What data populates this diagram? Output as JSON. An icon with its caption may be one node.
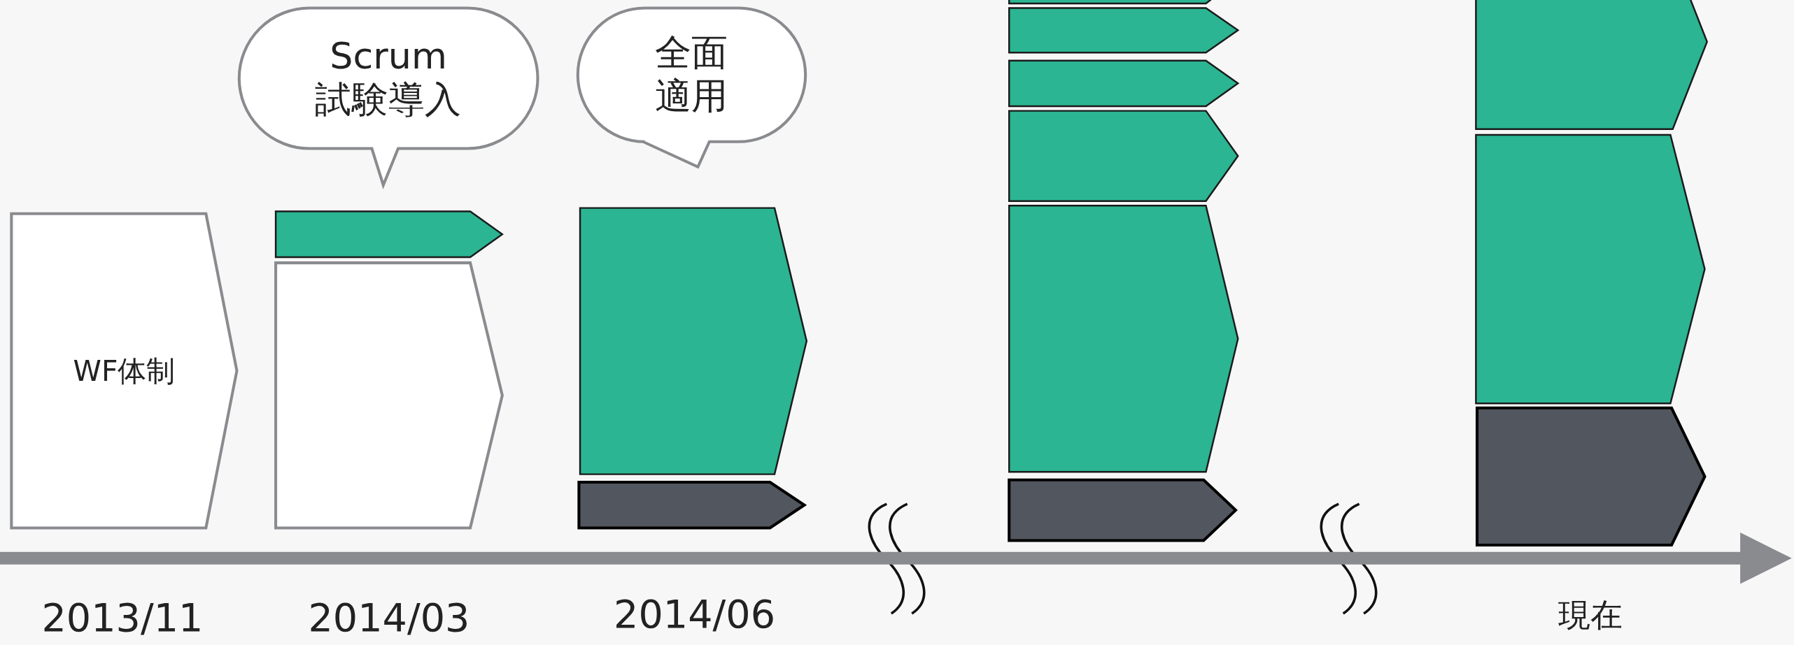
{
  "diagram": {
    "nodes": [
      {
        "text": [
          "WF体制"
        ]
      },
      {
        "text": [
          "Scrum 試験導入"
        ]
      },
      {
        "text": [],
        "shape": "pentagon"
      },
      {
        "text": [],
        "shape": "pentagon"
      },
      {
        "text": [
          "全面適用"
        ]
      },
      {
        "text": [],
        "shape": "pentagon"
      },
      {
        "text": [],
        "shape": "pentagon"
      },
      {
        "text": [],
        "shape": "pentagon"
      },
      {
        "text": [],
        "shape": "pentagon"
      },
      {
        "text": [],
        "shape": "pentagon"
      },
      {
        "text": [],
        "shape": "pentagon"
      },
      {
        "text": [],
        "shape": "pentagon"
      },
      {
        "text": [],
        "shape": "pentagon"
      },
      {
        "text": [],
        "shape": "pentagon"
      },
      {
        "text": [],
        "shape": "pentagon"
      },
      {
        "text": [],
        "shape": "pentagon"
      }
    ],
    "labels": [
      "2013/11",
      "2014/03",
      "2014/06",
      "現在"
    ]
  }
}
